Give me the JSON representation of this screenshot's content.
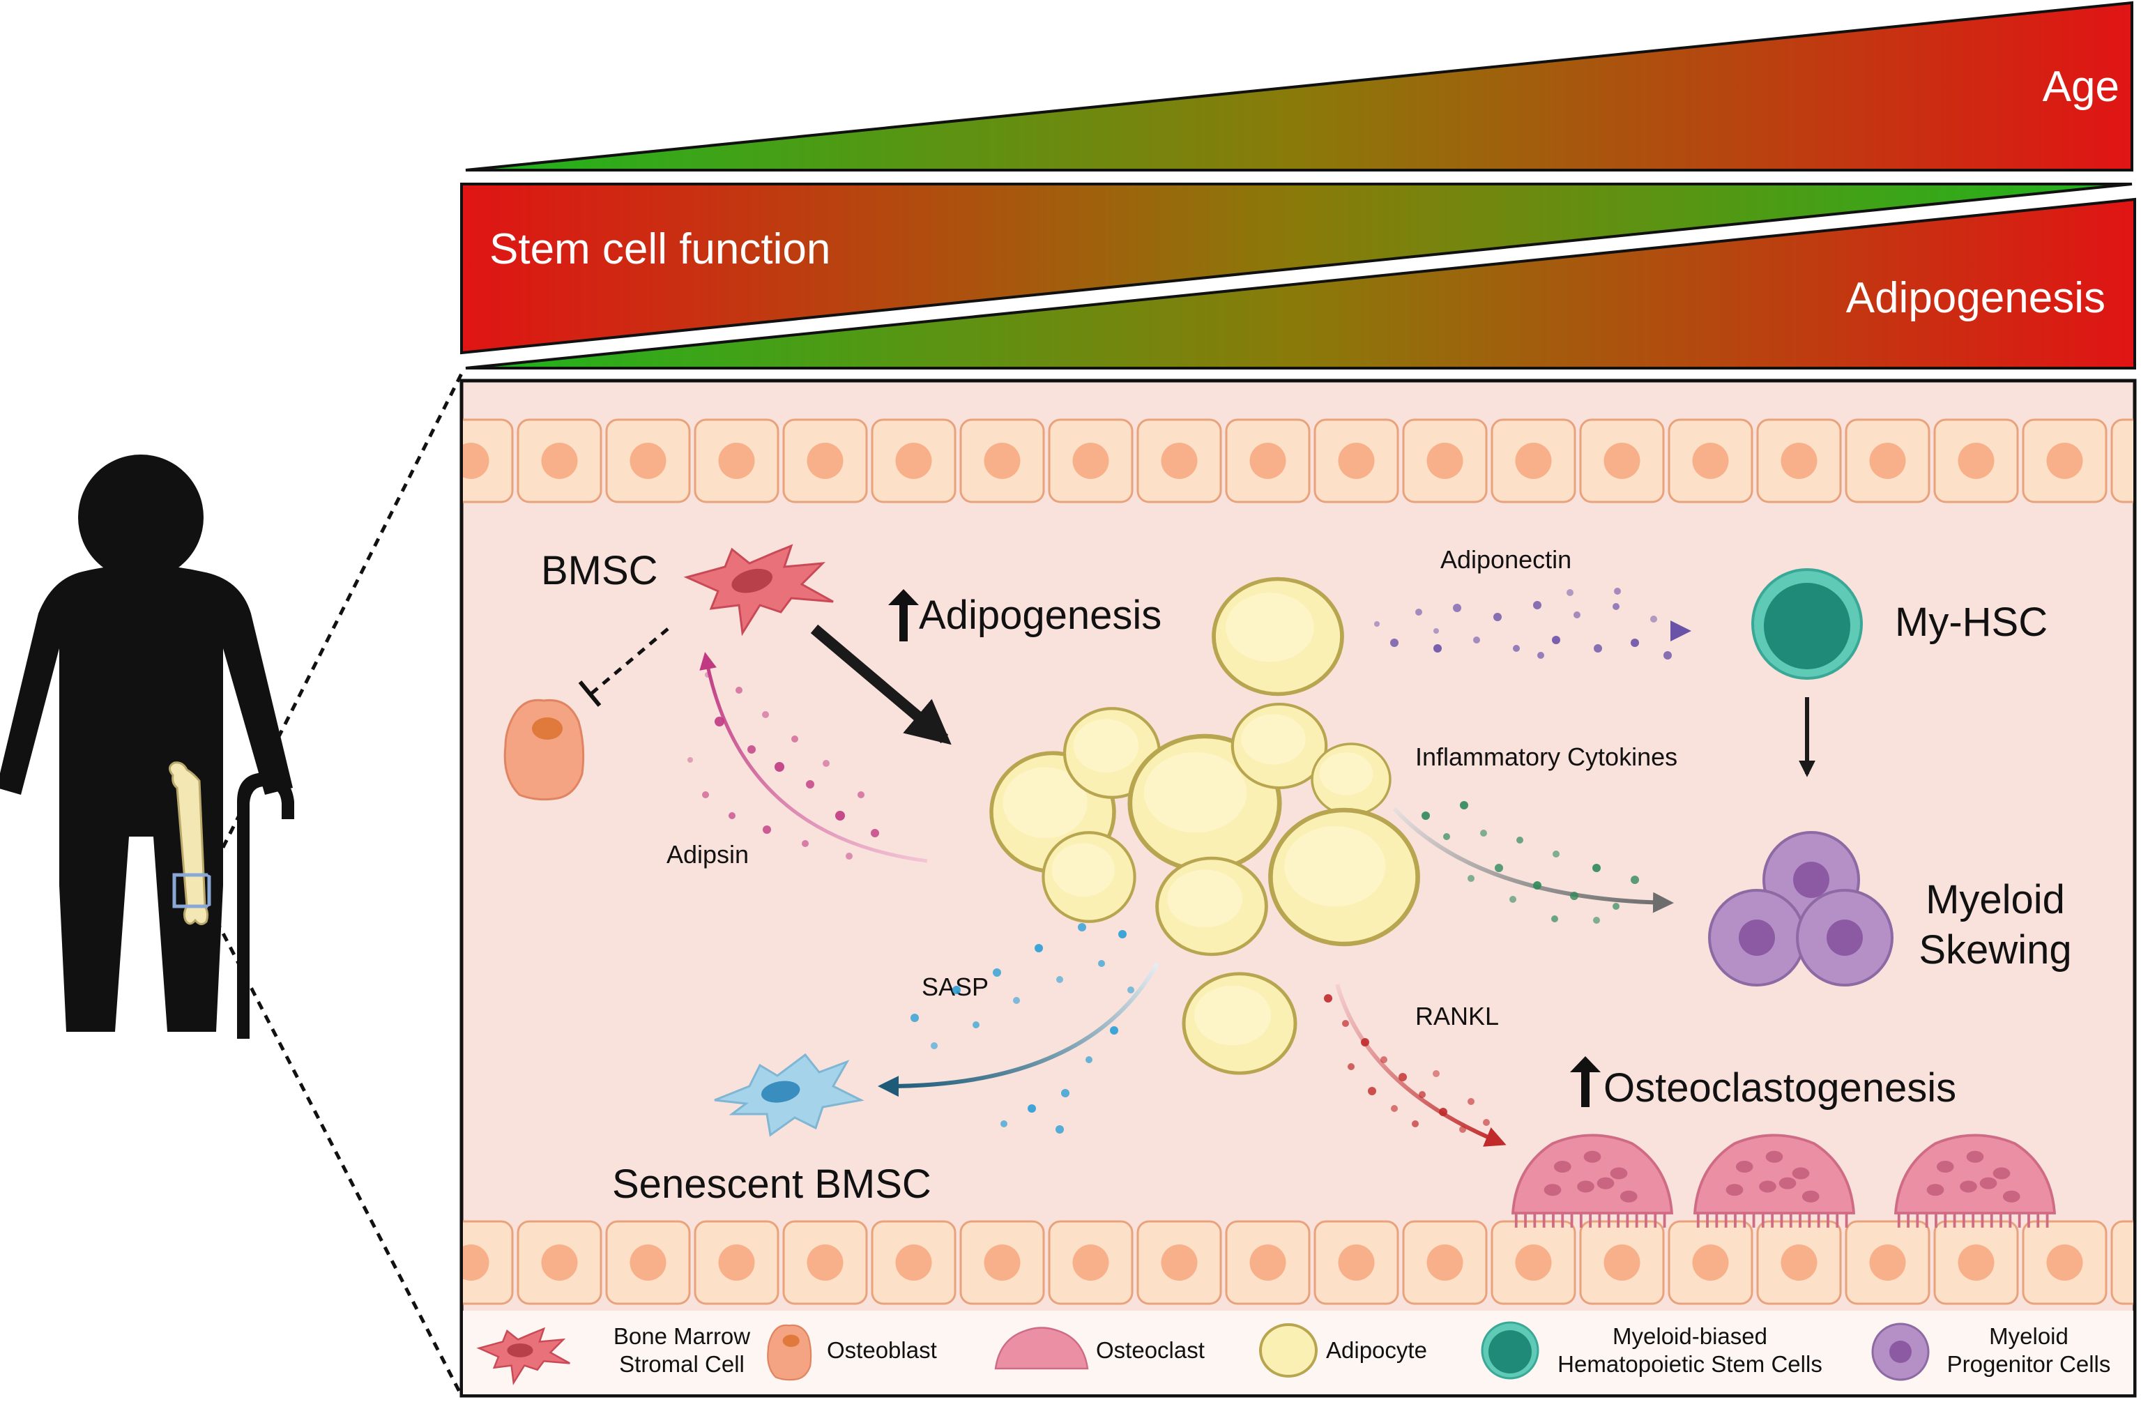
{
  "gradients": {
    "age_label": "Age",
    "stem_cell_label": "Stem cell function",
    "adipogenesis_label": "Adipogenesis",
    "colors": {
      "low": "#1db51d",
      "mid": "#8a7a0a",
      "high": "#e01414"
    }
  },
  "panel": {
    "bmsc_label": "BMSC",
    "adipogenesis_label": "Adipogenesis",
    "adiponectin_label": "Adiponectin",
    "myhsc_label": "My-HSC",
    "inflammatory_label": "Inflammatory Cytokines",
    "adipsin_label": "Adipsin",
    "myeloid_line1": "Myeloid",
    "myeloid_line2": "Skewing",
    "sasp_label": "SASP",
    "rankl_label": "RANKL",
    "osteoclastogenesis_label": "Osteoclastogenesis",
    "senescent_label": "Senescent BMSC",
    "colors": {
      "background": "#f9e1dc",
      "lining_cell": "#fde0c8",
      "lining_border": "#e8a27c",
      "lining_nucleus": "#f7b08a",
      "adipocyte": "#fbf0b4",
      "adipocyte_border": "#b8a550",
      "adiponectin": "#6a52a8",
      "adipsin": "#c03a82",
      "cytokines": "#777777",
      "sasp": "#1d5b78",
      "rankl": "#c02a2a"
    }
  },
  "legend": {
    "items": [
      {
        "line1": "Bone Marrow",
        "line2": "Stromal Cell",
        "icon": "bmsc-icon"
      },
      {
        "line1": "Osteoblast",
        "line2": "",
        "icon": "osteoblast-icon"
      },
      {
        "line1": "Osteoclast",
        "line2": "",
        "icon": "osteoclast-icon"
      },
      {
        "line1": "Adipocyte",
        "line2": "",
        "icon": "adipocyte-icon"
      },
      {
        "line1": "Myeloid-biased",
        "line2": "Hematopoietic Stem Cells",
        "icon": "myhsc-icon"
      },
      {
        "line1": "Myeloid",
        "line2": "Progenitor Cells",
        "icon": "progenitor-icon"
      }
    ]
  }
}
